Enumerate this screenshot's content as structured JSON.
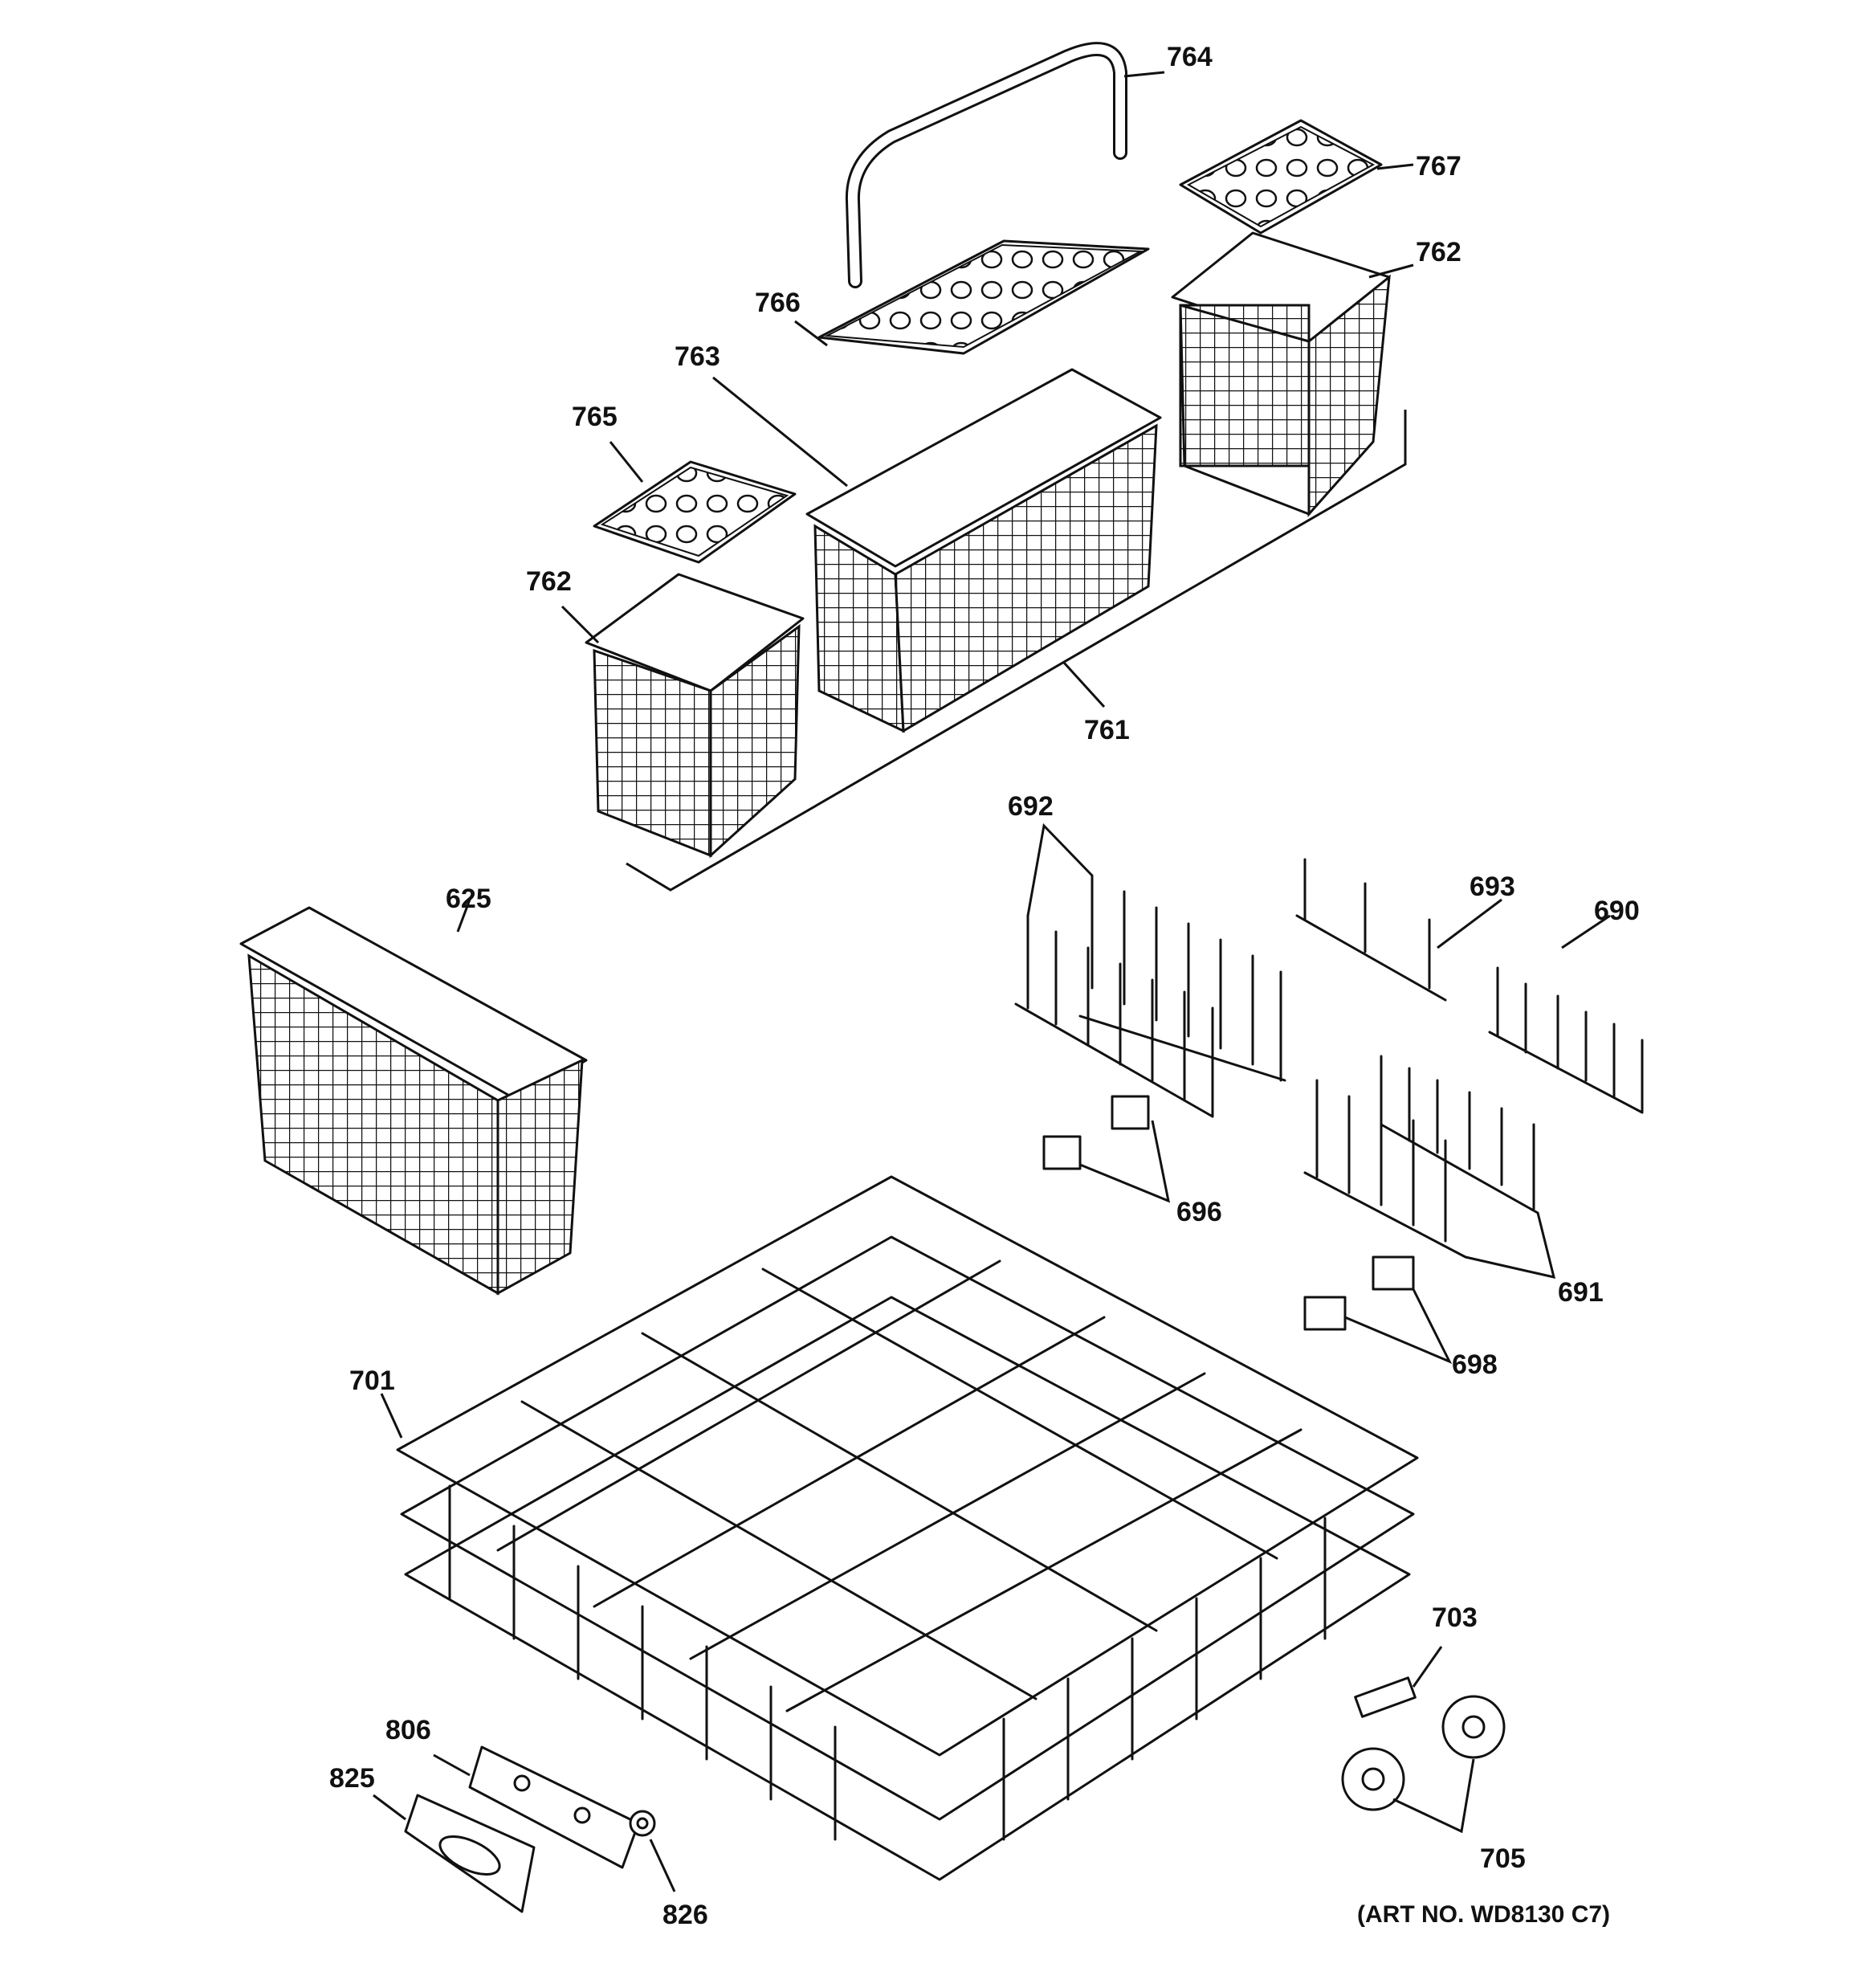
{
  "labels": {
    "l764": "764",
    "l767": "767",
    "l762a": "762",
    "l766": "766",
    "l763": "763",
    "l765": "765",
    "l762b": "762",
    "l761": "761",
    "l692": "692",
    "l693": "693",
    "l690": "690",
    "l625": "625",
    "l696": "696",
    "l691": "691",
    "l698": "698",
    "l701": "701",
    "l703": "703",
    "l806": "806",
    "l825": "825",
    "l826": "826",
    "l705": "705"
  },
  "art_number": "(ART NO. WD8130 C7)",
  "icons": {
    "handle": "silverware-basket-handle-icon",
    "cover": "basket-cover-icon",
    "basket": "silverware-basket-icon",
    "tines": "rack-tine-row-icon",
    "clip": "tine-clip-icon",
    "rack": "lower-dish-rack-icon",
    "wheel": "rack-wheel-icon",
    "nameplate": "nameplate-icon"
  }
}
